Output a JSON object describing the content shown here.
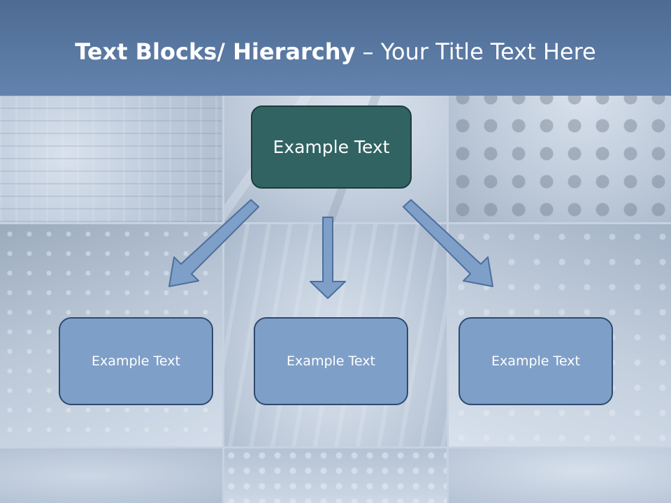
{
  "title": {
    "bold_part": "Text Blocks/ Hierarchy",
    "separator": " – ",
    "regular_part": "Your Title Text Here"
  },
  "diagram": {
    "root": {
      "label": "Example Text"
    },
    "children": [
      {
        "label": "Example Text"
      },
      {
        "label": "Example Text"
      },
      {
        "label": "Example Text"
      }
    ]
  },
  "colors": {
    "title_band": "#5c7ba6",
    "root_box": "#316363",
    "child_box": "#7e9fc8",
    "arrow": "#7e9fc8"
  }
}
